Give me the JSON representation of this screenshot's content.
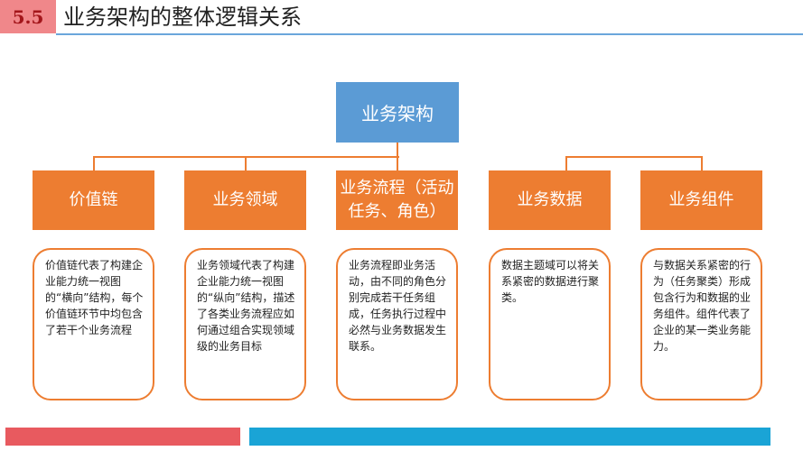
{
  "header": {
    "number": "5.5",
    "title": "业务架构的整体逻辑关系"
  },
  "root": {
    "label": "业务架构"
  },
  "categories": [
    {
      "label": "价值链",
      "description": "价值链代表了构建企业能力统一视图的“横向”结构，每个价值链环节中均包含了若干个业务流程"
    },
    {
      "label": "业务领域",
      "description": "业务领域代表了构建企业能力统一视图的“纵向”结构，描述了各类业务流程应如何通过组合实现领域级的业务目标"
    },
    {
      "label": "业务流程（活动任务、角色）",
      "description": "业务流程即业务活动，由不同的角色分别完成若干任务组成，任务执行过程中必然与业务数据发生联系。"
    },
    {
      "label": "业务数据",
      "description": "数据主题域可以将关系紧密的数据进行聚类。"
    },
    {
      "label": "业务组件",
      "description": "与数据关系紧密的行为（任务聚类）形成包含行为和数据的业务组件。组件代表了企业的某一类业务能力。"
    }
  ],
  "colors": {
    "root": "#5b9bd5",
    "category": "#ed7d31",
    "card_border": "#ed7d31",
    "header_rule": "#6aa6db",
    "footer_red": "#e85a5f",
    "footer_blue": "#1aa4d6"
  }
}
